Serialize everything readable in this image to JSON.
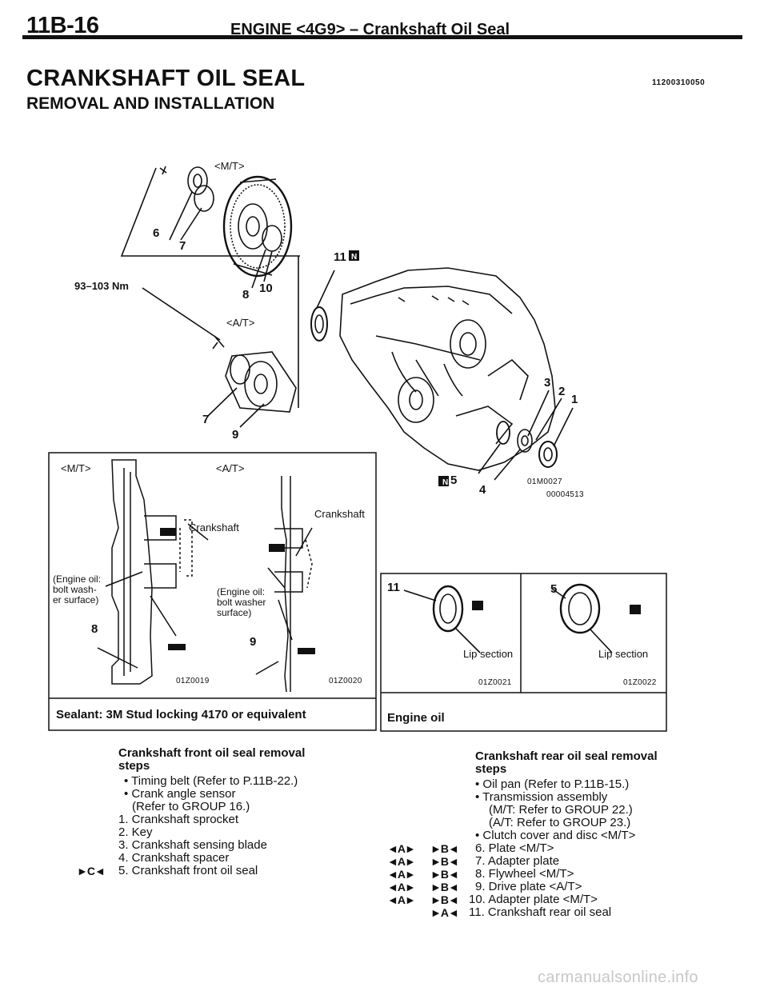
{
  "header": {
    "page_code": "11B-16",
    "title": "ENGINE <4G9> – Crankshaft Oil Seal"
  },
  "section": {
    "title": "CRANKSHAFT OIL SEAL",
    "subtitle": "REMOVAL AND INSTALLATION",
    "doc_number": "11200310050"
  },
  "diagram": {
    "mt_label": "<M/T>",
    "at_label": "<A/T>",
    "torque": "93–103 Nm",
    "callouts": [
      "1",
      "2",
      "3",
      "4",
      "5",
      "6",
      "7",
      "8",
      "9",
      "10",
      "11"
    ],
    "n_badge": "N",
    "code_main": "01M0027",
    "code_main2": "00004513"
  },
  "inset_left": {
    "mt_label": "<M/T>",
    "at_label": "<A/T>",
    "crankshaft": "Crankshaft",
    "note_line1": "(Engine oil:",
    "note_line2": "bolt wash-",
    "note_line3": "er surface)",
    "note2_line1": "(Engine oil:",
    "note2_line2": "bolt washer",
    "note2_line3": "surface)",
    "code1": "01Z0019",
    "code2": "01Z0020",
    "sealant": "Sealant: 3M Stud locking 4170 or equivalent"
  },
  "inset_right": {
    "lip_section": "Lip section",
    "code1": "01Z0021",
    "code2": "01Z0022",
    "engine_oil": "Engine oil"
  },
  "front_steps": {
    "title1": "Crankshaft front oil seal removal",
    "title2": "steps",
    "lines": [
      "• Timing belt (Refer to P.11B-22.)",
      "• Crank angle sensor",
      "(Refer to GROUP 16.)",
      "1. Crankshaft sprocket",
      "2. Key",
      "3. Crankshaft sensing blade",
      "4. Crankshaft spacer",
      "5. Crankshaft front oil seal"
    ],
    "mark_c": "►C◄"
  },
  "rear_steps": {
    "title1": "Crankshaft rear oil seal removal",
    "title2": "steps",
    "lines": [
      "• Oil pan (Refer to P.11B-15.)",
      "• Transmission assembly",
      "(M/T: Refer to GROUP 22.)",
      "(A/T: Refer to GROUP 23.)",
      "• Clutch cover and disc <M/T>",
      "6. Plate <M/T>",
      "7. Adapter plate",
      "8. Flywheel <M/T>",
      "9. Drive plate <A/T>",
      "10. Adapter plate <M/T>",
      "11. Crankshaft rear oil seal"
    ],
    "mark_a": "◄A►",
    "mark_b": "►B◄",
    "mark_a2": "►A◄"
  },
  "watermark": "carmanualsonline.info"
}
